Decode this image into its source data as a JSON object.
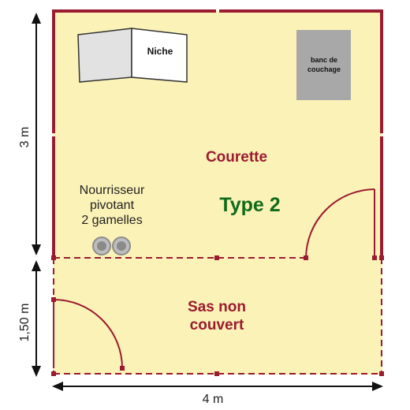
{
  "labels": {
    "courette": "Courette",
    "sas_line1": "Sas non",
    "sas_line2": "couvert",
    "type": "Type 2",
    "nourrisseur_line1": "Nourrisseur",
    "nourrisseur_line2": "pivotant",
    "nourrisseur_line3": "2 gamelles",
    "niche": "Niche",
    "banc_line1": "banc de",
    "banc_line2": "couchage"
  },
  "dimensions": {
    "width": "4 m",
    "height_courette": "3 m",
    "height_sas": "1,50 m"
  },
  "colors": {
    "floor": "#fbf2b7",
    "wall": "#9b1b30",
    "label_red": "#9b1b30",
    "type_green": "#0f6b1a",
    "arrow": "#111111",
    "bench": "#a8a8a8",
    "bowl": "#9a9a9a"
  }
}
